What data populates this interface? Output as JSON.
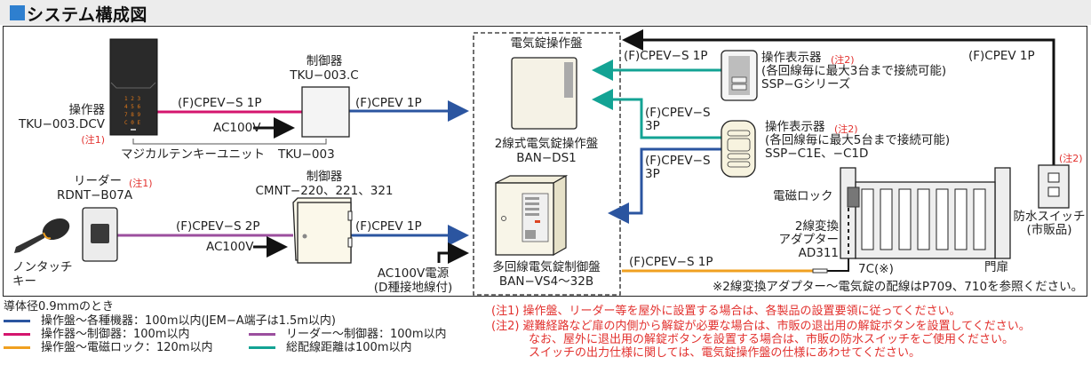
{
  "title": "システム構成図",
  "colors": {
    "title_square": "#2e7fcf",
    "blue_line": "#2b55a0",
    "magenta_line": "#d4156e",
    "purple_line": "#9b4f9e",
    "orange_line": "#f0a020",
    "teal_line": "#13a394",
    "black_line": "#111111",
    "note_red": "#e2312e"
  },
  "devices": {
    "operator_unit": {
      "label": "操作器",
      "model": "TKU−003.DCV",
      "note": "(注1)"
    },
    "controller_tku": {
      "label": "制御器",
      "model": "TKU−003.C"
    },
    "magical_tenkey": {
      "label": "マジカルテンキーユニット",
      "model": "TKU−003"
    },
    "reader": {
      "label": "リーダー",
      "note": "(注1)",
      "model": "RDNT−B07A"
    },
    "nontouch_key": {
      "line1": "ノンタッチ",
      "line2": "キー"
    },
    "controller_cmnt": {
      "label": "制御器",
      "model": "CMNT−220、221、321"
    },
    "lock_panel_group": {
      "label": "電気錠操作盤"
    },
    "ban_ds1": {
      "label": "2線式電気錠操作盤",
      "model": "BAN−DS1"
    },
    "ban_vs": {
      "label": "多回線電気錠制御盤",
      "model": "BAN−VS4〜32B"
    },
    "ssp_g": {
      "label": "操作表示器",
      "note": "(注2)",
      "desc": "(各回線毎に最大3台まで接続可能)",
      "model": "SSP−Gシリーズ"
    },
    "ssp_c1": {
      "label": "操作表示器",
      "note": "(注2)",
      "desc": "(各回線毎に最大5台まで接続可能)",
      "model": "SSP−C1E、−C1D"
    },
    "em_lock": {
      "label": "電磁ロック"
    },
    "adapter": {
      "line1": "2線変換",
      "line2": "アダプター",
      "model": "AD311"
    },
    "gate": {
      "label": "門扉",
      "cable": "7C(※)"
    },
    "waterproof_switch": {
      "note": "(注2)",
      "line1": "防水スイッチ",
      "line2": "(市販品)"
    }
  },
  "cables": {
    "op_to_ctrl": "(F)CPEV−S 1P",
    "tku_to_panel": "(F)CPEV 1P",
    "reader_to_ctrl": "(F)CPEV−S 2P",
    "cmnt_to_panel": "(F)CPEV 1P",
    "sspg_to_panel": "(F)CPEV−S 1P",
    "sspc1_to_ds1": "(F)CPEV−S",
    "sspc1_to_ds1_p": "3P",
    "sspc1_to_vs": "(F)CPEV−S",
    "sspc1_to_vs_p": "3P",
    "switch_to_panel": "(F)CPEV 1P",
    "panel_to_adapter": "(F)CPEV−S 1P"
  },
  "power": {
    "ac_tku": "AC100V",
    "ac_cmnt": "AC100V",
    "ac_panel_line1": "AC100V電源",
    "ac_panel_line2": "(D種接地線付)"
  },
  "wiring_ref": "※2線変換アダプター〜電気錠の配線はP709、710を参照ください。",
  "legend": {
    "heading": "導体径0.9mmのとき",
    "items": [
      {
        "color": "#2b55a0",
        "text": "操作盤〜各種機器：100m以内(JEM−A端子は1.5m以内)"
      },
      {
        "color": "#d4156e",
        "text": "操作器〜制御器：100m以内"
      },
      {
        "color": "#9b4f9e",
        "text": "リーダー〜制御器：100m以内"
      },
      {
        "color": "#f0a020",
        "text": "操作盤〜電磁ロック：120m以内"
      },
      {
        "color": "#13a394",
        "text": "総配線距離は100m以内"
      }
    ]
  },
  "notes": {
    "n1": "(注1) 操作盤、リーダー等を屋外に設置する場合は、各製品の設置要領に従ってください。",
    "n2_1": "(注2) 避難経路など扉の内側から解錠が必要な場合は、市販の退出用の解錠ボタンを設置してください。",
    "n2_2": "なお、屋外に退出用の解錠ボタンを設置する場合は、市販の防水スイッチをご使用ください。",
    "n2_3": "スイッチの出力仕様に関しては、電気錠操作盤の仕様にあわせてください。"
  }
}
